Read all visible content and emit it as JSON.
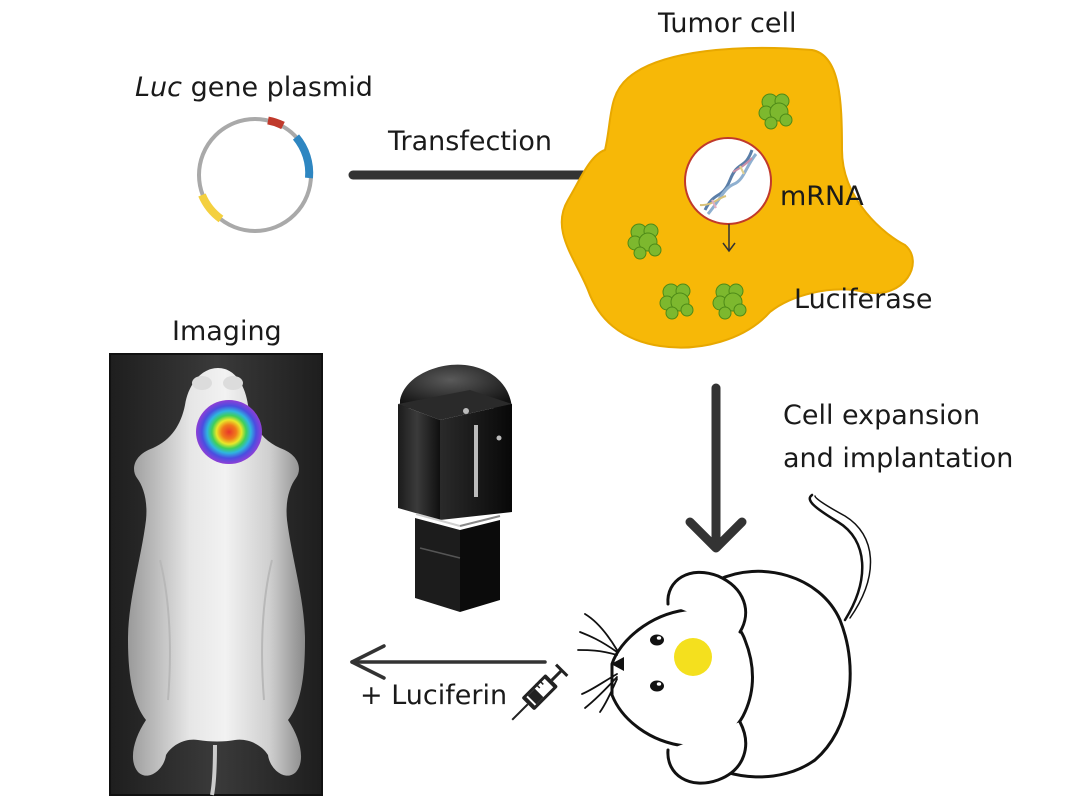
{
  "labels": {
    "luc_italic": "Luc",
    "luc_rest": " gene plasmid",
    "transfection": "Transfection",
    "tumor_cell": "Tumor cell",
    "mrna": "mRNA",
    "luciferase": "Luciferase",
    "imaging": "Imaging",
    "cell_expansion_line1": "Cell expansion",
    "cell_expansion_line2": "and implantation",
    "luciferin": "+ Luciferin"
  },
  "colors": {
    "tumor_cell_fill": "#F7B807",
    "tumor_cell_stroke": "#E8A800",
    "nucleus_stroke": "#C0392B",
    "luciferase_green": "#7DB82E",
    "plasmid_ring": "#A9A9A9",
    "plasmid_red": "#C0392B",
    "plasmid_blue": "#2E86C1",
    "plasmid_yellow": "#F4D03F",
    "arrow": "#333333",
    "tumor_spot_mouse": "#F4E01E"
  },
  "icons": {
    "plasmid": "plasmid-icon",
    "dna_helix": "dna-helix-icon",
    "luciferase_protein": "protein-icon",
    "imaging_system": "imaging-system-icon",
    "mouse_outline": "mouse-icon",
    "syringe": "syringe-icon",
    "bioluminescence_photo": "mouse-photo-icon"
  }
}
